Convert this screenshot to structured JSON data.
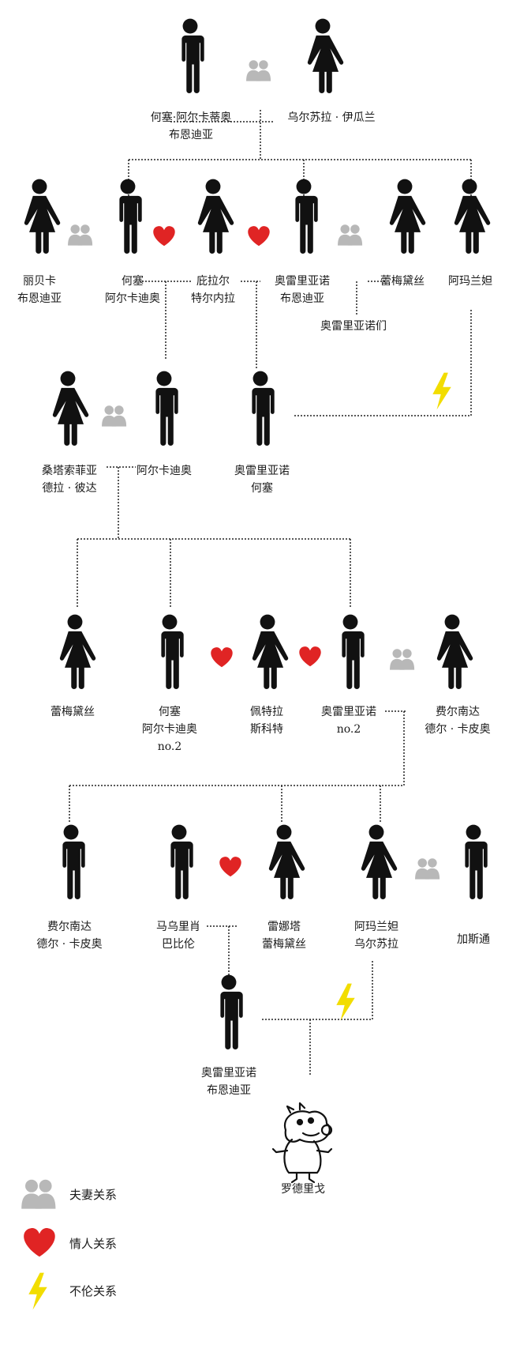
{
  "colors": {
    "figure": "#111111",
    "heart": "#e02424",
    "couple": "#b8b8b8",
    "bolt": "#f2dd00",
    "line": "#222222"
  },
  "people": {
    "p1": {
      "lines": [
        "何塞·阿尔卡蒂奥",
        "布恩迪亚"
      ]
    },
    "p2": {
      "lines": [
        "乌尔苏拉 · 伊瓜兰"
      ]
    },
    "p3": {
      "lines": [
        "丽贝卡",
        "布恩迪亚"
      ]
    },
    "p4": {
      "lines": [
        "何塞",
        "阿尔卡迪奥"
      ]
    },
    "p5": {
      "lines": [
        "庇拉尔",
        "特尔内拉"
      ]
    },
    "p6": {
      "lines": [
        "奥雷里亚诺",
        "布恩迪亚"
      ]
    },
    "p7": {
      "lines": [
        "蕾梅黛丝"
      ]
    },
    "p8": {
      "lines": [
        "阿玛兰妲"
      ]
    },
    "p9": {
      "lines": [
        "奥雷里亚诺们"
      ]
    },
    "p10": {
      "lines": [
        "桑塔索菲亚",
        "德拉 · 彼达"
      ]
    },
    "p11": {
      "lines": [
        "阿尔卡迪奥"
      ]
    },
    "p12": {
      "lines": [
        "奥雷里亚诺",
        "何塞"
      ]
    },
    "p13": {
      "lines": [
        "蕾梅黛丝"
      ]
    },
    "p14": {
      "lines": [
        "何塞",
        "阿尔卡迪奥",
        "no.2"
      ]
    },
    "p15": {
      "lines": [
        "佩特拉",
        "斯科特"
      ]
    },
    "p16": {
      "lines": [
        "奥雷里亚诺",
        "no.2"
      ]
    },
    "p17": {
      "lines": [
        "费尔南达",
        "德尔 · 卡皮奥"
      ]
    },
    "p18": {
      "lines": [
        "费尔南达",
        "德尔 · 卡皮奥"
      ]
    },
    "p19": {
      "lines": [
        "马乌里肖",
        "巴比伦"
      ]
    },
    "p20": {
      "lines": [
        "雷娜塔",
        "蕾梅黛丝"
      ]
    },
    "p21": {
      "lines": [
        "阿玛兰妲",
        "乌尔苏拉"
      ]
    },
    "p22": {
      "lines": [
        "加斯通"
      ]
    },
    "p23": {
      "lines": [
        "奥雷里亚诺",
        "布恩迪亚"
      ]
    },
    "p24": {
      "lines": [
        "罗德里戈"
      ]
    }
  },
  "legend": {
    "couple": "夫妻关系",
    "lover": "情人关系",
    "incest": "不伦关系"
  }
}
